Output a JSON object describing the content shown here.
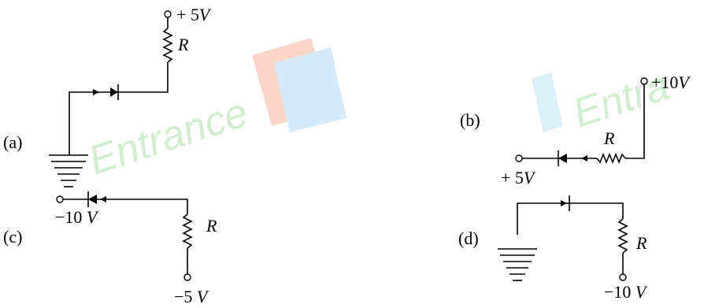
{
  "watermark": {
    "text_1": "Entrance",
    "text_2": "Entra"
  },
  "circuits": {
    "a": {
      "label": "(a)",
      "voltage": "+ 5",
      "unit": "V",
      "resistor": "R"
    },
    "b": {
      "label": "(b)",
      "voltage_top": "+10",
      "unit_top": "V",
      "voltage_left": "+ 5",
      "unit_left": "V",
      "resistor": "R"
    },
    "c": {
      "label": "(c)",
      "voltage_left": "−10 ",
      "unit_left": "V",
      "voltage_bottom": "−5 ",
      "unit_bottom": "V",
      "resistor": "R"
    },
    "d": {
      "label": "(d)",
      "voltage_bottom": "−10 ",
      "unit_bottom": "V",
      "resistor": "R"
    }
  }
}
